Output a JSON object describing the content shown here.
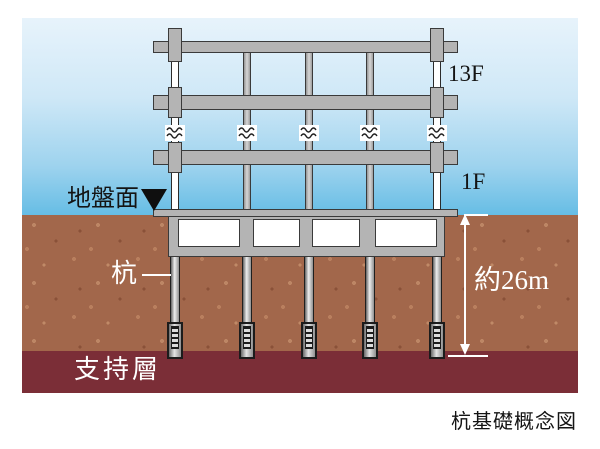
{
  "diagram": {
    "labels": {
      "ground_surface": "地盤面",
      "pile": "杭",
      "depth": "約26m",
      "floor_top": "13F",
      "floor_ground": "1F",
      "support_layer": "支持層"
    },
    "caption": "杭基礎概念図",
    "structure": {
      "pile_count": 5,
      "bay_count": 4,
      "floors_labeled": [
        "13F",
        "1F"
      ]
    },
    "colors": {
      "sky_top": "#e7f3fb",
      "sky_bottom": "#66bde5",
      "soil": "#a2674b",
      "support_layer": "#7b2e37",
      "structure_gray": "#b4b4b4",
      "outline": "#3a3a3a",
      "annotation_white": "#ffffff",
      "annotation_black": "#141414"
    }
  }
}
